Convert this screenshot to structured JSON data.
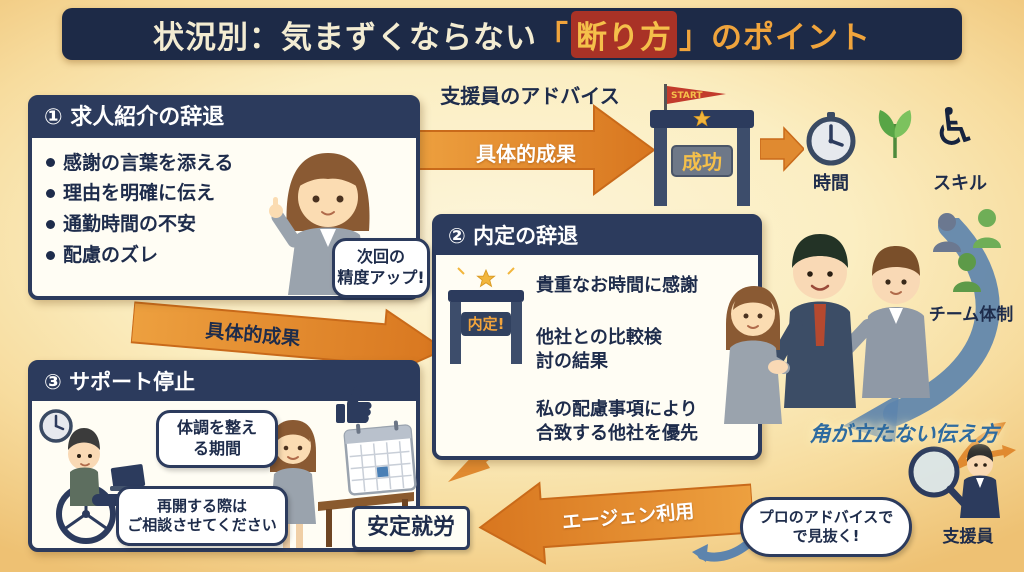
{
  "colors": {
    "navy": "#2c3b5d",
    "orange": "#e08a30",
    "gold": "#f2b63d",
    "blue_arrow": "#5d84ad",
    "red_highlight": "#a93226",
    "cream": "#fdf4d8"
  },
  "icons": {
    "wheelchair": "♿"
  },
  "title": {
    "part1": "状況別：気まずくならない",
    "bracket_open": "「",
    "highlight": "断り方",
    "bracket_close": "」",
    "part2": "のポイント"
  },
  "top": {
    "advice_label": "支援員のアドバイス",
    "arrow_label": "具体的成果",
    "goal_flag": "START",
    "goal_text": "成功",
    "time_label": "時間",
    "skill_label": "スキル"
  },
  "section1": {
    "header": "① 求人紹介の辞退",
    "bullets": [
      "感謝の言葉を添える",
      "理由を明確に伝え",
      "通勤時間の不安",
      "配慮のズレ"
    ],
    "bubble": "次回の\n精度アップ!"
  },
  "mid": {
    "arrow_label": "具体的成果"
  },
  "section2": {
    "header": "② 内定の辞退",
    "gate_text": "内定!",
    "points": [
      "貴重なお時間に感謝",
      "他社との比較検\n討の結果",
      "私の配慮事項により\n合致する他社を優先"
    ]
  },
  "right": {
    "team_label": "チーム体制",
    "tactful_label": "角が立たない伝え方"
  },
  "section3": {
    "header": "③ サポート停止",
    "bubble_condition": "体調を整え\nる期間",
    "bubble_restart": "再開する際は\nご相談させてください"
  },
  "bottom": {
    "stable_label": "安定就労",
    "agent_arrow_label": "エージェン利用",
    "pro_bubble": "プロのアドバイスで\nで見抜く!",
    "support_label": "支援員"
  }
}
